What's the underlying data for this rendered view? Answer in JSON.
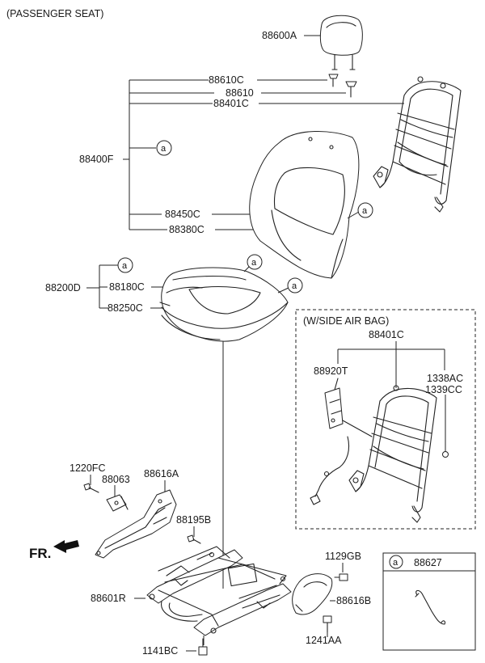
{
  "header": {
    "title": "(PASSENGER SEAT)"
  },
  "side_airbag": {
    "title": "(W/SIDE AIR BAG)"
  },
  "callout_letter": "a",
  "front_indicator": "FR.",
  "labels": {
    "headrest": "88600A",
    "headrest_guide_lock": "88610C",
    "headrest_guide": "88610",
    "back_frame": "88401C",
    "back_assy": "88400F",
    "back_cover": "88450C",
    "back_pad": "88380C",
    "cushion_assy": "88200D",
    "cushion_cover": "88180C",
    "cushion_pad": "88250C",
    "airbag_frame": "88401C",
    "airbag_module": "88920T",
    "nut_1": "1338AC",
    "nut_2": "1339CC",
    "bolt_upper": "1220FC",
    "bracket": "88063",
    "shield_inner": "88616A",
    "screw_track": "88195B",
    "bolt_right": "1129GB",
    "track_assy": "88601R",
    "shield_outer": "88616B",
    "bolt_bottom": "1141BC",
    "bolt_right_lower": "1241AA",
    "legend_part": "88627"
  }
}
